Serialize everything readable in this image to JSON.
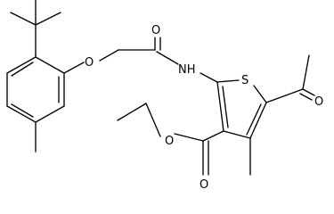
{
  "molecule": {
    "atom_labels": {
      "ether_oxygen": "O",
      "amide_oxygen": "O",
      "amide_nh": "NH",
      "thiophene_sulfur": "S",
      "acetyl_oxygen": "O",
      "ester_alkoxy_oxygen": "O",
      "ester_carbonyl_oxygen": "O"
    },
    "colors": {
      "bond": "#000000",
      "label": "#000000",
      "background": "#ffffff"
    }
  }
}
